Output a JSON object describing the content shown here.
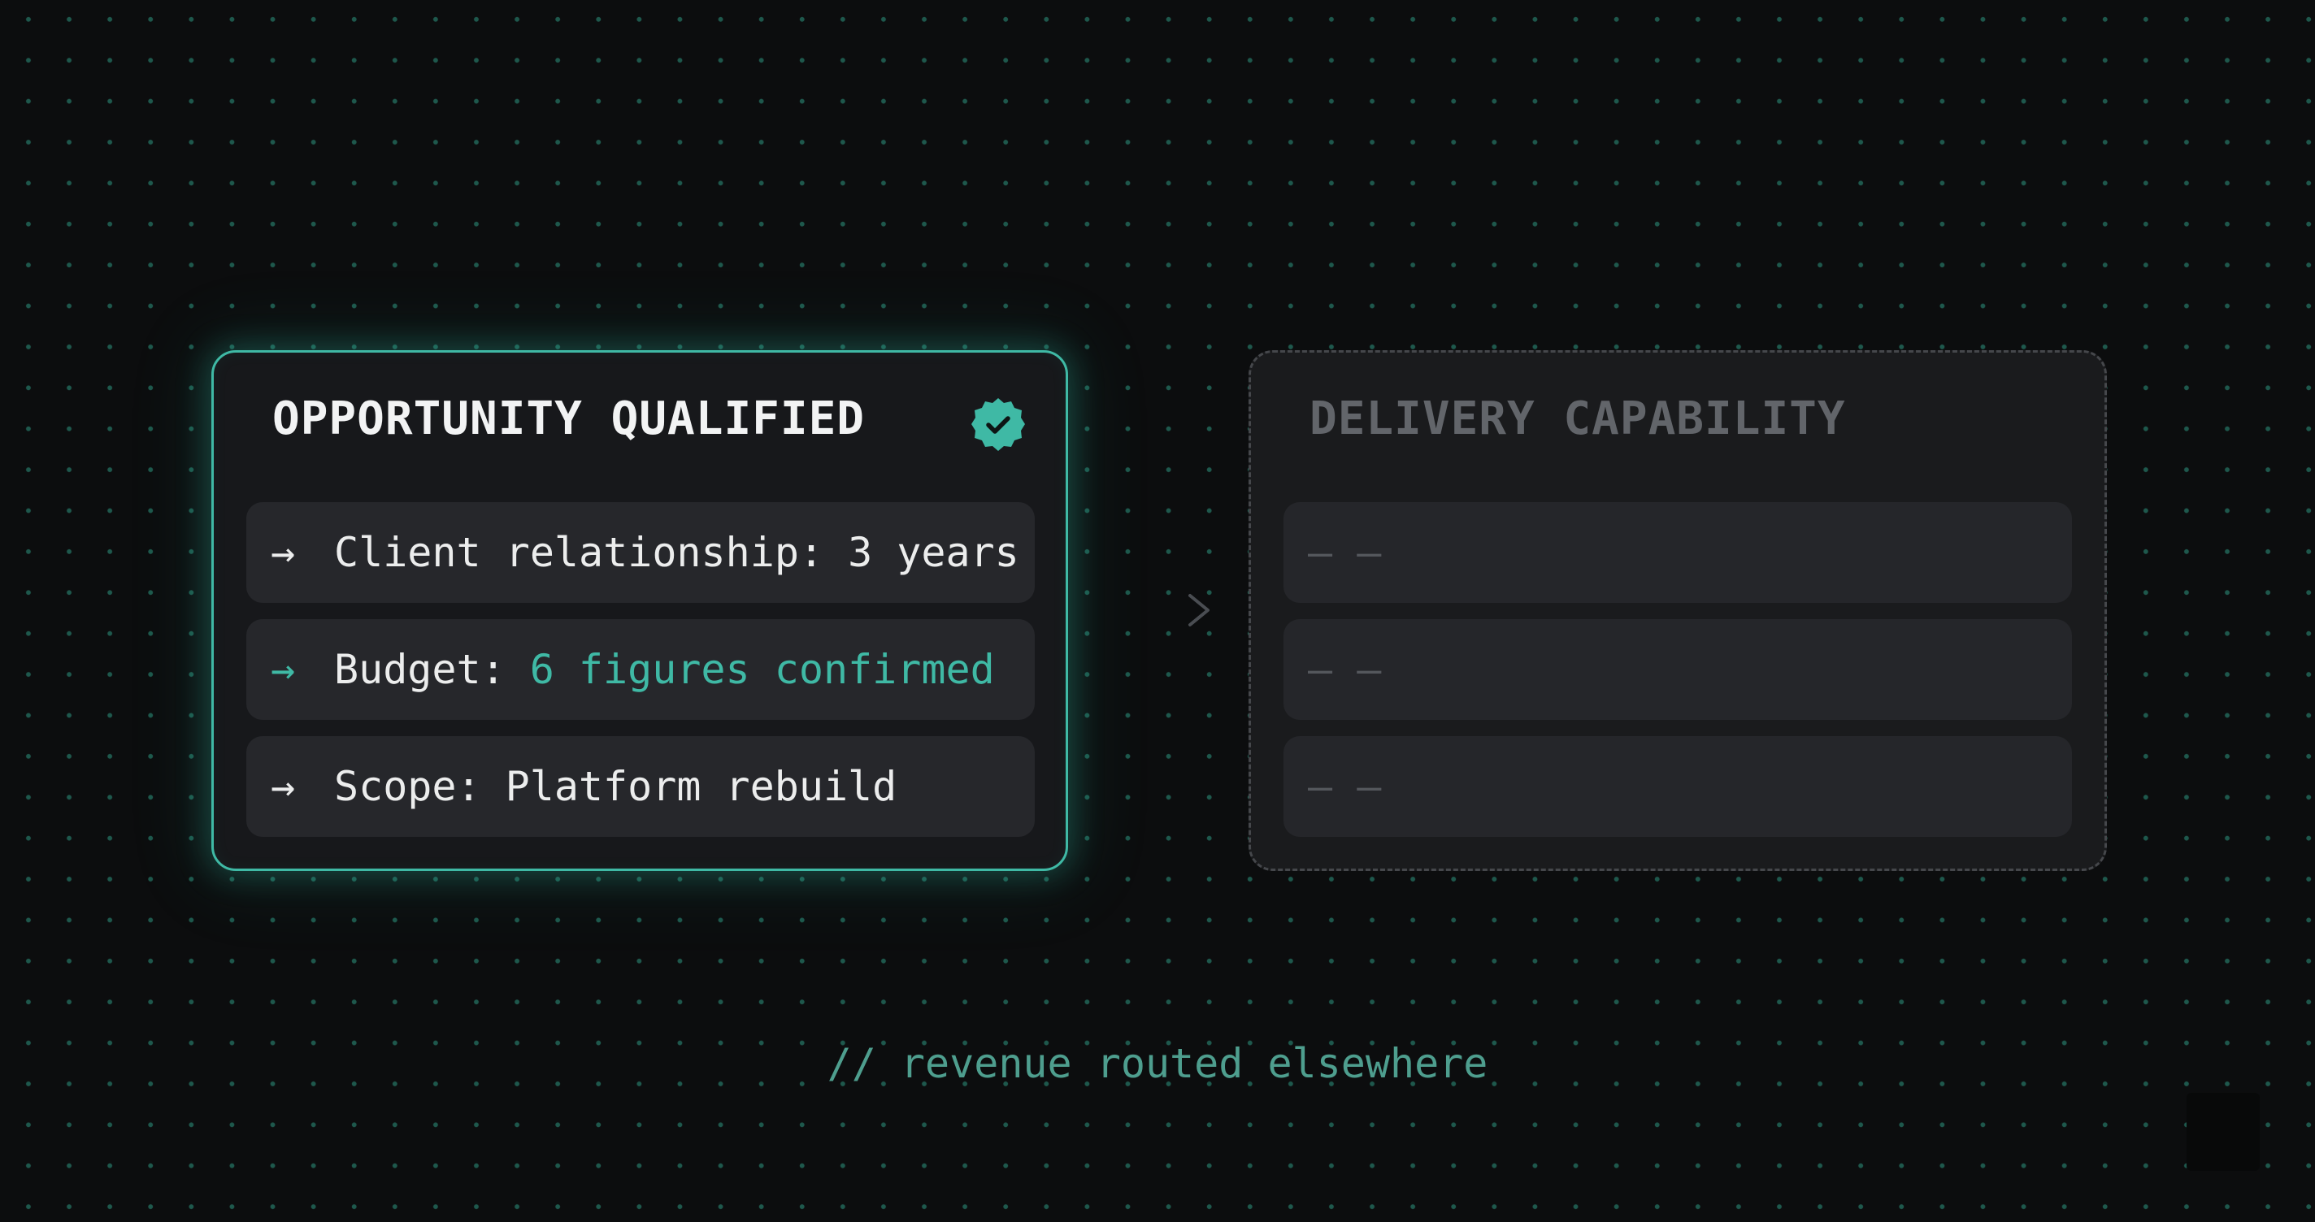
{
  "colors": {
    "background": "#0c0d0e",
    "accent": "#3fb9a5",
    "card_left_bg": "#17181b",
    "card_right_bg": "#1a1b1d",
    "row_bg": "#26272b",
    "muted_text": "#62656a",
    "note_text": "#4e9e8e"
  },
  "qualified_card": {
    "title": "OPPORTUNITY QUALIFIED",
    "badge_icon": "verified-check-badge-icon",
    "items": [
      {
        "arrow": "→",
        "label": "Client relationship:",
        "value": "3 years",
        "highlight": false
      },
      {
        "arrow": "→",
        "label": "Budget:",
        "value": "6 figures confirmed",
        "highlight": true
      },
      {
        "arrow": "→",
        "label": "Scope:",
        "value": "Platform rebuild",
        "highlight": false
      }
    ]
  },
  "connector_icon": "right-arrow-icon",
  "delivery_card": {
    "title": "DELIVERY CAPABILITY",
    "rows": [
      {
        "placeholder": "— –"
      },
      {
        "placeholder": "— –"
      },
      {
        "placeholder": "— –"
      }
    ]
  },
  "footer_note": "// revenue routed elsewhere"
}
